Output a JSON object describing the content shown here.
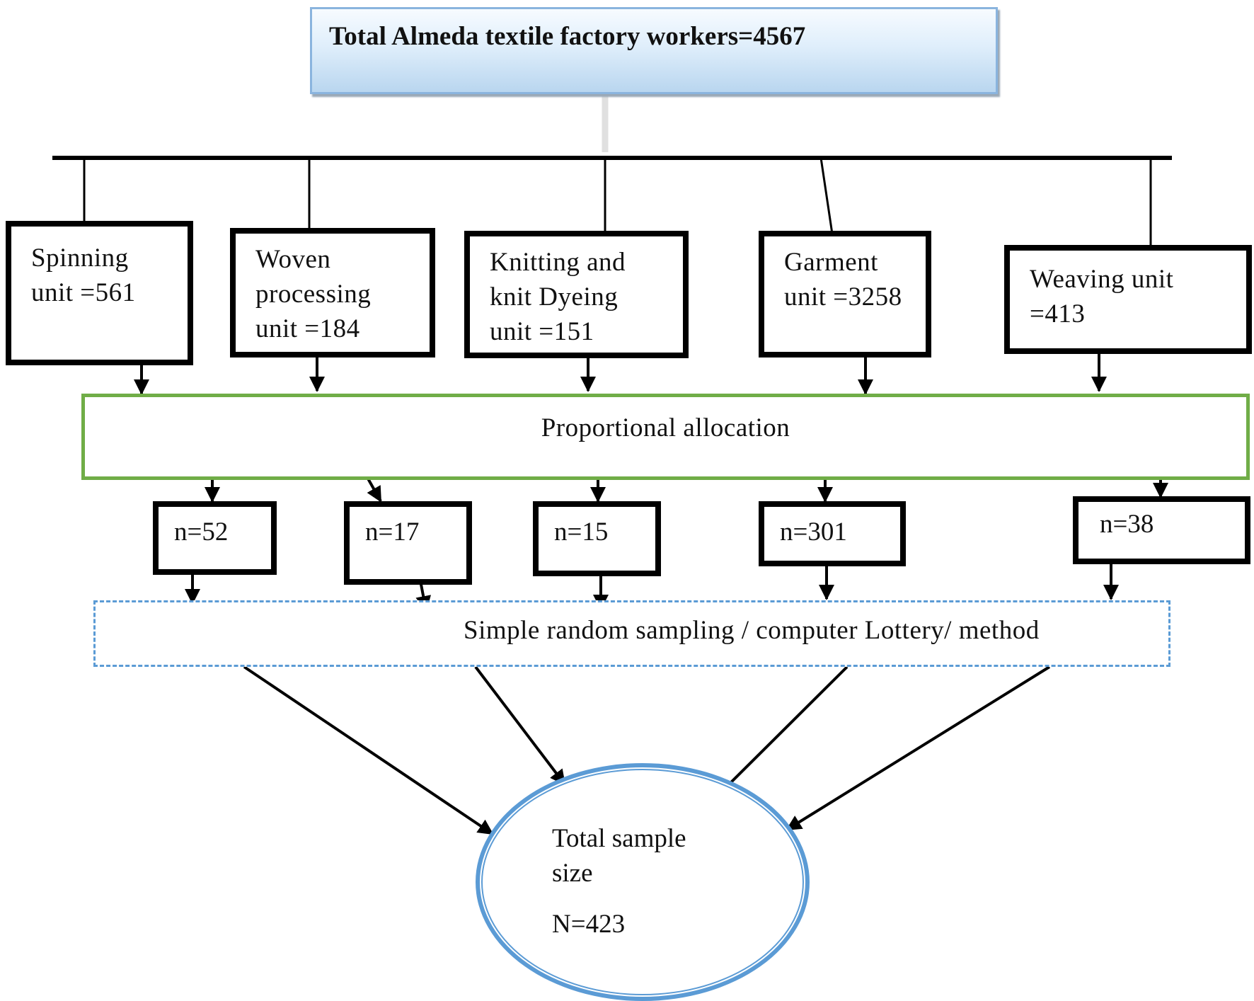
{
  "top": {
    "label": "Total Almeda textile factory workers=4567"
  },
  "units": [
    {
      "label": "Spinning\nunit =561"
    },
    {
      "label": "Woven\nprocessing\nunit =184"
    },
    {
      "label": "Knitting and\nknit Dyeing\nunit =151"
    },
    {
      "label": "Garment\nunit =3258"
    },
    {
      "label": "Weaving unit\n=413"
    }
  ],
  "allocation": {
    "label": "Proportional allocation"
  },
  "samples": [
    {
      "label": "n=52"
    },
    {
      "label": "n=17"
    },
    {
      "label": "n=15"
    },
    {
      "label": "n=301"
    },
    {
      "label": "n=38"
    }
  ],
  "sampling": {
    "label": "Simple random sampling / computer Lottery/ method"
  },
  "total": {
    "label": "Total sample\nsize",
    "value": "N=423"
  },
  "colors": {
    "allocation_border": "#70ad47",
    "sampling_border": "#5b9bd5",
    "ellipse_border": "#5b9bd5",
    "top_border": "#8ab4de"
  }
}
